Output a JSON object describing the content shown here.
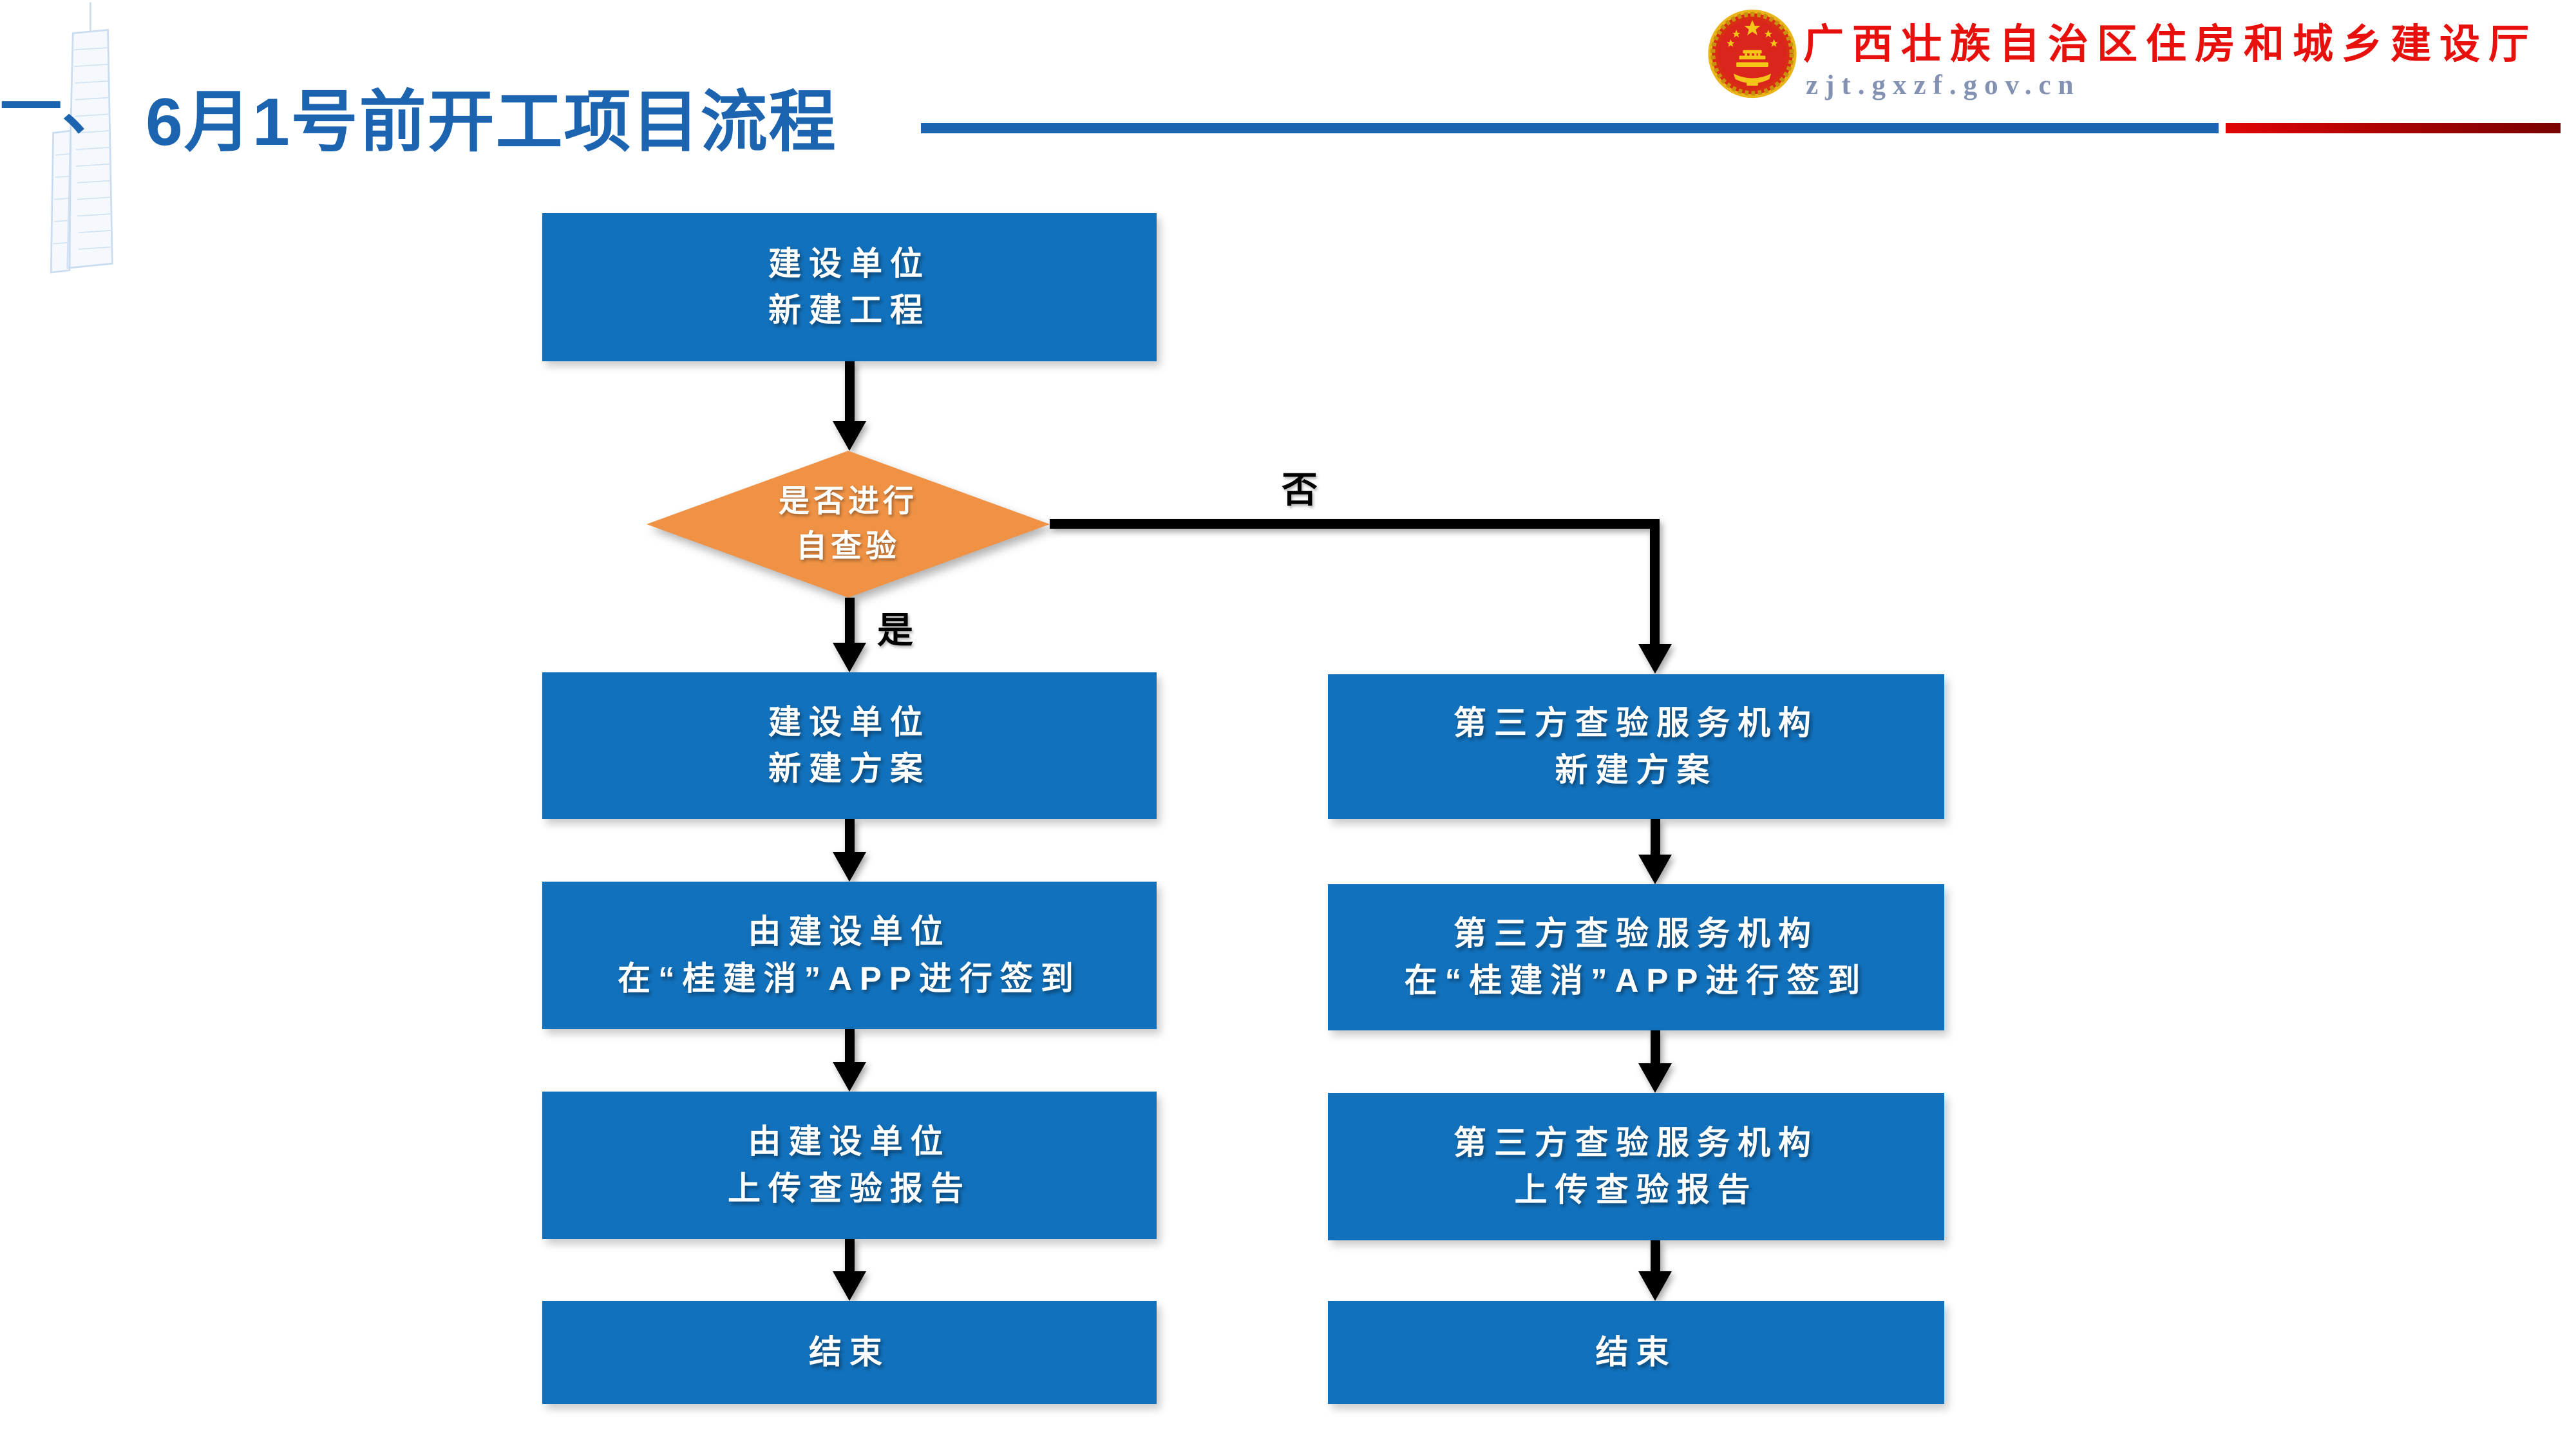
{
  "header": {
    "section_marker": "一、",
    "title": "6月1号前开工项目流程",
    "agency_name": "广西壮族自治区住房和城乡建设厅",
    "agency_url": "zjt.gxzf.gov.cn"
  },
  "colors": {
    "title_blue": "#1c64b0",
    "box_blue": "#1271bc",
    "diamond_orange": "#ef9245",
    "agency_red": "#e8100c",
    "rule_red_gradient_start": "#e00404",
    "rule_red_gradient_end": "#7a0101",
    "url_gray_blue": "#8392b2",
    "connector_black": "#000000"
  },
  "flowchart": {
    "start_box": {
      "lines": [
        "建设单位",
        "新建工程"
      ]
    },
    "decision": {
      "lines": [
        "是否进行",
        "自查验"
      ]
    },
    "labels": {
      "yes": "是",
      "no": "否"
    },
    "left_branch": [
      {
        "lines": [
          "建设单位",
          "新建方案"
        ]
      },
      {
        "lines": [
          "由建设单位",
          "在“桂建消”APP进行签到"
        ]
      },
      {
        "lines": [
          "由建设单位",
          "上传查验报告"
        ]
      },
      {
        "lines": [
          "结束"
        ]
      }
    ],
    "right_branch": [
      {
        "lines": [
          "第三方查验服务机构",
          "新建方案"
        ]
      },
      {
        "lines": [
          "第三方查验服务机构",
          "在“桂建消”APP进行签到"
        ]
      },
      {
        "lines": [
          "第三方查验服务机构",
          "上传查验报告"
        ]
      },
      {
        "lines": [
          "结束"
        ]
      }
    ]
  }
}
